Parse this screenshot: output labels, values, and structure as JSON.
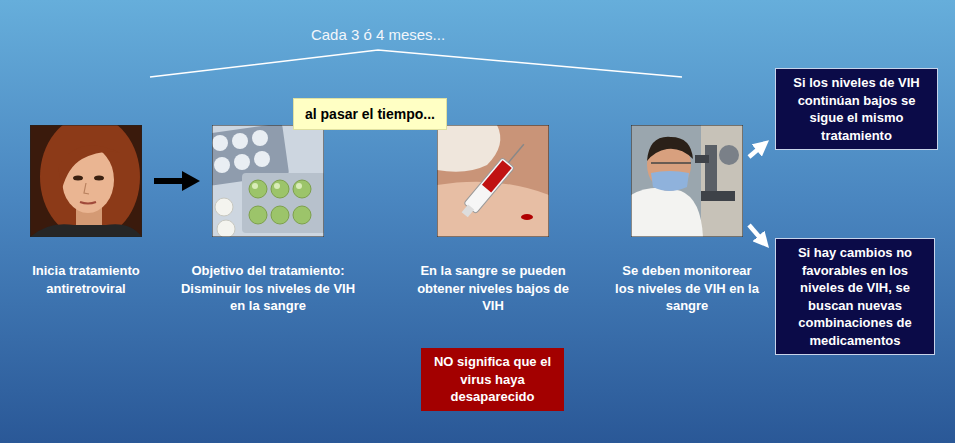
{
  "diagram": {
    "nodes": [
      {
        "text": [
          "Inicia tratamiento antiretroviral"
        ]
      },
      {
        "text": [
          "Objetivo del tratamiento: Disminuir los niveles de VIH en la sangre"
        ]
      },
      {
        "text": [
          "al pasar el tiempo..."
        ]
      },
      {
        "text": [
          "En la sangre se pueden obtener niveles bajos de VIH"
        ]
      },
      {
        "text": [
          "Se deben monitorear los niveles de VIH en la sangre"
        ]
      },
      {
        "text": [
          "Si los niveles de VIH continúan bajos se sigue el mismo tratamiento"
        ]
      },
      {
        "text": [
          "Si hay cambios no favorables en los niveles de VIH, se buscan nuevas combinaciones de medicamentos"
        ]
      },
      {
        "text": [
          "NO significa que el virus haya desaparecido"
        ]
      }
    ],
    "edges": [
      {
        "from": 0,
        "to": 1,
        "arrow": "to"
      },
      {
        "from": 4,
        "to": 5,
        "arrow": "to"
      },
      {
        "from": 4,
        "to": 6,
        "arrow": "to"
      }
    ],
    "labels": [
      "Cada 3 ó 4 meses..."
    ]
  }
}
